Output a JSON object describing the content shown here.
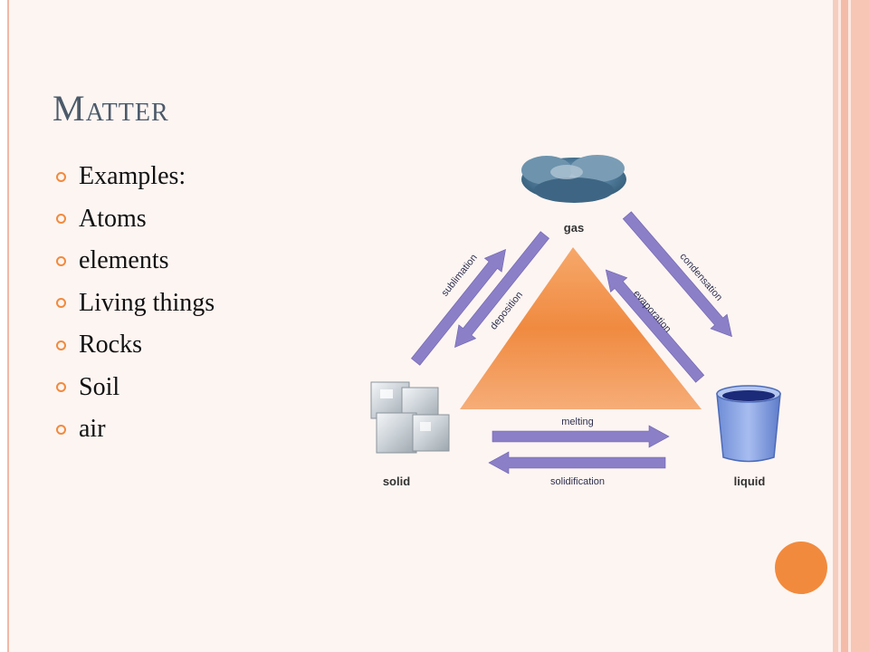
{
  "slide": {
    "title": "Matter",
    "bullets": [
      "Examples:",
      "Atoms",
      "elements",
      "Living things",
      "Rocks",
      "Soil",
      "air"
    ]
  },
  "diagram": {
    "states": {
      "gas": "gas",
      "solid": "solid",
      "liquid": "liquid"
    },
    "transitions": {
      "sublimation": "sublimation",
      "deposition": "deposition",
      "condensation": "condensation",
      "evaporation": "evaporation",
      "melting": "melting",
      "solidification": "solidification"
    }
  },
  "colors": {
    "accent": "#f28a3d",
    "title": "#4c5a6a",
    "arrow": "#8b7fc8",
    "triangle": "#f08a40"
  }
}
